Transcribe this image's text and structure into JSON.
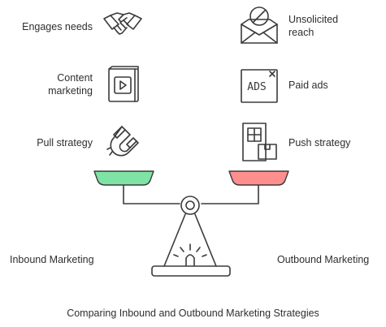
{
  "title": "Comparing Inbound and Outbound Marketing Strategies",
  "left": {
    "name": "Inbound Marketing",
    "items": [
      {
        "label": "Engages needs",
        "icon": "handshake-icon"
      },
      {
        "label": "Content marketing",
        "label_line1": "Content",
        "label_line2": "marketing",
        "icon": "video-player-icon"
      },
      {
        "label": "Pull strategy",
        "icon": "magnet-icon"
      }
    ],
    "pan_color": "#7ee3a4"
  },
  "right": {
    "name": "Outbound Marketing",
    "items": [
      {
        "label": "Unsolicited reach",
        "label_line1": "Unsolicited",
        "label_line2": "reach",
        "icon": "blocked-mail-icon"
      },
      {
        "label": "Paid ads",
        "icon": "ads-window-icon",
        "icon_text": "ADS"
      },
      {
        "label": "Push strategy",
        "icon": "storefront-icon"
      }
    ],
    "pan_color": "#ff8f8f"
  }
}
